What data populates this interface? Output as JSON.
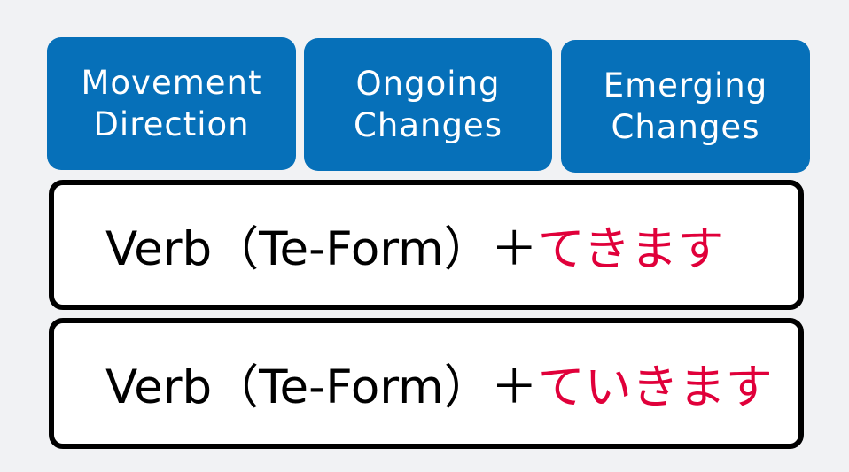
{
  "headers": [
    {
      "line1": "Movement",
      "line2": "Direction"
    },
    {
      "line1": "Ongoing",
      "line2": "Changes"
    },
    {
      "line1": "Emerging",
      "line2": "Changes"
    }
  ],
  "formulas": [
    {
      "base": "Verb（Te-Form）＋",
      "suffix": "てきます"
    },
    {
      "base": "Verb（Te-Form）＋",
      "suffix": "ていきます"
    }
  ],
  "colors": {
    "header_background": "#0670b9",
    "header_text": "#ffffff",
    "suffix_text": "#e0003a",
    "page_background": "#f1f2f4"
  }
}
